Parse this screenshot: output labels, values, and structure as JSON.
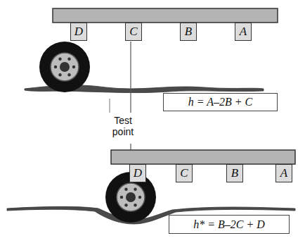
{
  "diagram": {
    "nodes": [
      {
        "text": [
          "D"
        ]
      },
      {
        "text": [
          "C"
        ]
      },
      {
        "text": [
          "B"
        ]
      },
      {
        "text": [
          "A"
        ]
      },
      {
        "text": [
          "h = A–2B + C"
        ]
      },
      {
        "text": [
          "D"
        ]
      },
      {
        "text": [
          "C"
        ]
      },
      {
        "text": [
          "B"
        ]
      },
      {
        "text": [
          "A"
        ]
      },
      {
        "text": [
          "h* = B–2C + D"
        ]
      }
    ],
    "labels": [
      "Test point"
    ]
  }
}
